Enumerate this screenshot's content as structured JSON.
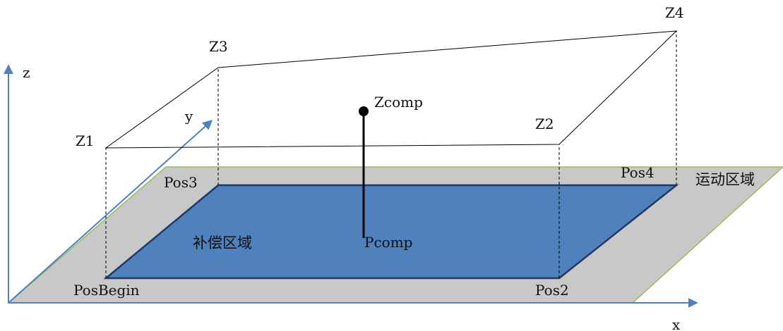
{
  "axes": {
    "x": "x",
    "y": "y",
    "z": "z"
  },
  "corner_labels": {
    "pos_begin": "PosBegin",
    "pos2": "Pos2",
    "pos3": "Pos3",
    "pos4": "Pos4"
  },
  "height_labels": {
    "z1": "Z1",
    "z2": "Z2",
    "z3": "Z3",
    "z4": "Z4"
  },
  "comp_point": {
    "zcomp": "Zcomp",
    "pcomp": "Pcomp"
  },
  "regions": {
    "motion_area": "运动区域",
    "comp_area": "补偿区域"
  },
  "colors": {
    "motion_area": "#c8c8c8",
    "motion_area_edge": "#9bbb59",
    "comp_area": "#4f81bd",
    "comp_area_edge": "#1f3864",
    "axis": "#4f81bd",
    "line": "#000000"
  }
}
